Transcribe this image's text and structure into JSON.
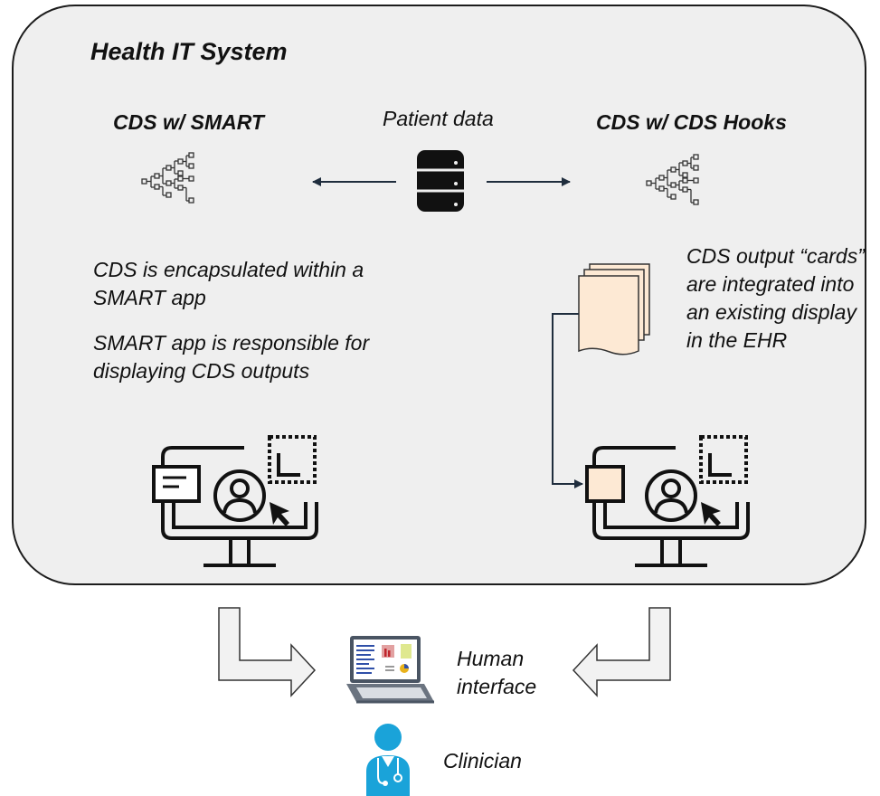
{
  "diagram": {
    "title": "Health IT System",
    "smart": {
      "heading": "CDS w/ SMART",
      "paragraph_1": "CDS is encapsulated within a SMART app",
      "paragraph_2": "SMART app is responsible for displaying CDS outputs"
    },
    "hooks": {
      "heading": "CDS w/ CDS Hooks",
      "description": "CDS output “cards” are integrated into an existing display in the EHR"
    },
    "patient_data_label": "Patient data",
    "human_interface_label": "Human interface",
    "clinician_label": "Clinician",
    "colors": {
      "system_box_fill": "#efefef",
      "card_fill": "#fde9d4",
      "arrow_color": "#1f2d3d",
      "clinician_color": "#1aa3d9"
    },
    "icons": [
      "database-icon",
      "decision-tree-icon",
      "monitor-icon",
      "user-circle-icon",
      "cursor-icon",
      "document-stack-icon",
      "laptop-icon",
      "clinician-icon"
    ]
  }
}
